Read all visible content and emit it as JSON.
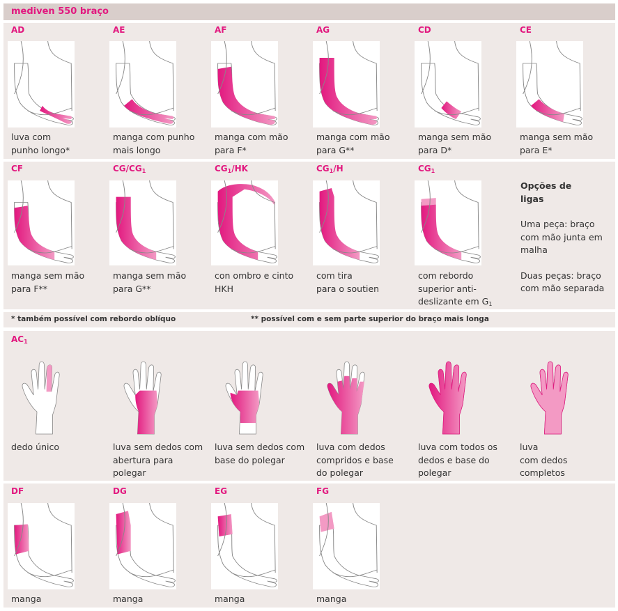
{
  "title": "mediven 550 braço",
  "colors": {
    "brand": "#e2187f",
    "panel": "#efe9e7",
    "header": "#d9cecb",
    "sleeve_light": "#f39ac4",
    "skin_outline": "#888888"
  },
  "rows": [
    {
      "items": [
        {
          "code": "AD",
          "icon": "arm-glove-long-cuff-icon",
          "desc": "luva com\npunho longo*",
          "cover": "glove"
        },
        {
          "code": "AE",
          "icon": "arm-sleeve-to-elbow-icon",
          "desc": "manga com punho\nmais longo",
          "cover": "forearm-hand"
        },
        {
          "code": "AF",
          "icon": "arm-sleeve-mid-upper-icon",
          "desc": "manga com mão\npara F*",
          "cover": "mid-hand"
        },
        {
          "code": "AG",
          "icon": "arm-sleeve-full-icon",
          "desc": "manga com mão\npara G**",
          "cover": "full-hand"
        },
        {
          "code": "CD",
          "icon": "wrist-band-icon",
          "desc": "manga sem mão\npara D*",
          "cover": "wrist"
        },
        {
          "code": "CE",
          "icon": "forearm-sleeve-icon",
          "desc": "manga sem mão\npara E*",
          "cover": "forearm"
        }
      ]
    },
    {
      "items": [
        {
          "code": "CF",
          "icon": "arm-sleeve-no-hand-mid-icon",
          "desc": "manga sem mão\npara F**",
          "cover": "mid"
        },
        {
          "code": "CG/CG",
          "sub": "1",
          "icon": "arm-sleeve-no-hand-full-icon",
          "desc": "manga sem mão\npara G**",
          "cover": "full"
        },
        {
          "code": "CG",
          "sub": "1",
          "suffix": "/HK",
          "icon": "arm-sleeve-shoulder-belt-icon",
          "desc": "con ombro e cinto\nHKH",
          "cover": "shoulder"
        },
        {
          "code": "CG",
          "sub": "1",
          "suffix": "/H",
          "icon": "arm-sleeve-bra-strap-icon",
          "desc": "com tira\npara o soutien",
          "cover": "strap"
        },
        {
          "code": "CG",
          "sub": "1",
          "icon": "arm-sleeve-silicone-top-icon",
          "desc": "com rebordo\nsuperior anti-\ndeslizante em G",
          "desc_sub": "1",
          "cover": "band-top"
        }
      ]
    }
  ],
  "options": {
    "heading": "Opções de\nligas",
    "one_piece": "Uma peça: braço\ncom mão junta em\nmalha",
    "two_piece": "Duas peças: braço\ncom mão separada"
  },
  "notes": {
    "single": "* também possível com rebordo oblíquo",
    "double": "** possível com e sem parte superior do braço mais longa"
  },
  "hand_section": {
    "code": "AC",
    "sub": "1",
    "items": [
      {
        "icon": "hand-single-finger-icon",
        "desc": "dedo único",
        "cover": "one-finger"
      },
      {
        "icon": "hand-fingerless-thumb-opening-icon",
        "desc": "luva sem dedos com\nabertura para\npolegar",
        "cover": "palm-open"
      },
      {
        "icon": "hand-fingerless-thumb-base-icon",
        "desc": "luva sem dedos com\nbase do polegar",
        "cover": "palm-thumb"
      },
      {
        "icon": "hand-long-fingers-icon",
        "desc": "luva com dedos\ncompridos e base\ndo polegar",
        "cover": "long-fingers"
      },
      {
        "icon": "hand-all-fingers-icon",
        "desc": "luva com todos os\ndedos e base do\npolegar",
        "cover": "all-fingers"
      },
      {
        "icon": "hand-full-fingers-icon",
        "desc": "luva\ncom dedos\ncompletos",
        "cover": "full-glove"
      }
    ]
  },
  "bottom_row": {
    "items": [
      {
        "code": "DF",
        "icon": "upper-arm-sleeve-df-icon",
        "desc": "manga",
        "cover": "upper-low"
      },
      {
        "code": "DG",
        "icon": "upper-arm-sleeve-dg-icon",
        "desc": "manga",
        "cover": "upper-full"
      },
      {
        "code": "EG",
        "icon": "upper-arm-sleeve-eg-icon",
        "desc": "manga",
        "cover": "upper-mid"
      },
      {
        "code": "FG",
        "icon": "upper-arm-sleeve-fg-icon",
        "desc": "manga",
        "cover": "upper-top"
      }
    ]
  }
}
